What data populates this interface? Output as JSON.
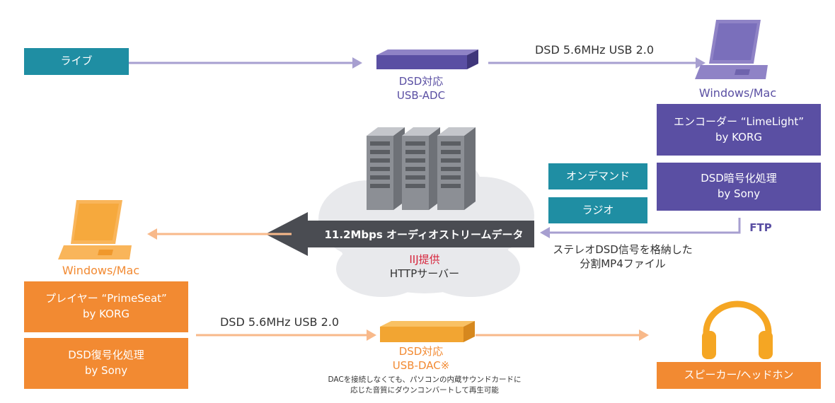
{
  "live_label": "ライブ",
  "adc": {
    "line1": "DSD対応",
    "line2": "USB-ADC"
  },
  "top_link": "DSD 5.6MHz USB 2.0",
  "encoder_pc": "Windows/Mac",
  "encoder": {
    "line1": "エンコーダー “LimeLight”",
    "line2": "by KORG"
  },
  "encrypt": {
    "line1": "DSD暗号化処理",
    "line2": "by Sony"
  },
  "ondemand_label": "オンデマンド",
  "radio_label": "ラジオ",
  "ftp_label": "FTP",
  "file_desc": {
    "line1": "ステレオDSD信号を格納した",
    "line2": "分割MP4ファイル"
  },
  "stream_banner": "11.2Mbps オーディオストリームデータ",
  "server": {
    "provider": "IIJ提供",
    "type": "HTTPサーバー"
  },
  "player_pc": "Windows/Mac",
  "player": {
    "line1": "プレイヤー “PrimeSeat”",
    "line2": "by KORG"
  },
  "decrypt": {
    "line1": "DSD復号化処理",
    "line2": "by Sony"
  },
  "bottom_link": "DSD 5.6MHz USB 2.0",
  "dac": {
    "line1": "DSD対応",
    "line2": "USB-DAC※"
  },
  "dac_note": {
    "line1": "DACを接続しなくても、パソコンの内蔵サウンドカードに",
    "line2": "応じた音質にダウンコンバートして再生可能"
  },
  "speaker_label": "スピーカー/ヘッドホン",
  "colors": {
    "teal": "#1f8ea3",
    "purple": "#5a4fa3",
    "orange": "#f28a32",
    "banner": "#4a4c52",
    "cloud": "#e6e7ea"
  }
}
